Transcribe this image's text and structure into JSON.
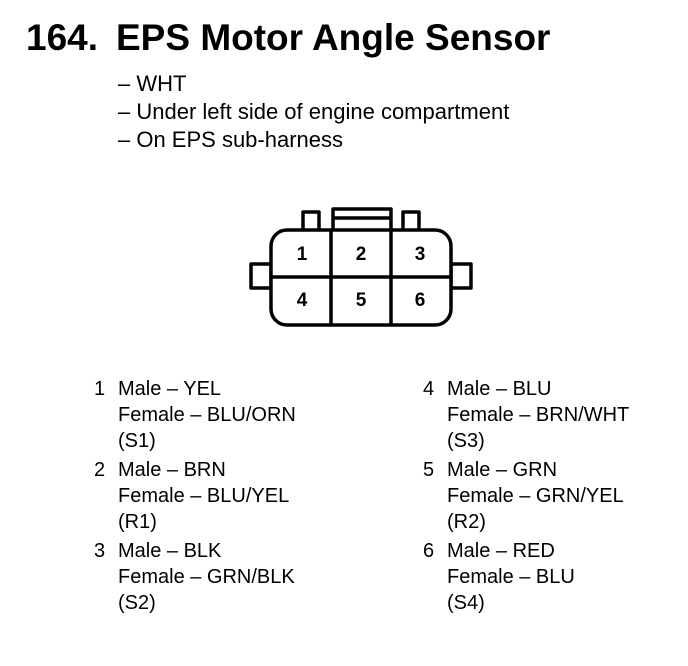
{
  "title": {
    "number": "164.",
    "text": "EPS Motor Angle Sensor"
  },
  "notes": [
    "– WHT",
    "– Under left side of engine compartment",
    "– On EPS sub-harness"
  ],
  "connector": {
    "cells": [
      "1",
      "2",
      "3",
      "4",
      "5",
      "6"
    ]
  },
  "pins": [
    {
      "num": "1",
      "male": "Male – YEL",
      "female": "Female – BLU/ORN",
      "code": "(S1)"
    },
    {
      "num": "2",
      "male": "Male – BRN",
      "female": "Female – BLU/YEL",
      "code": "(R1)"
    },
    {
      "num": "3",
      "male": "Male – BLK",
      "female": "Female – GRN/BLK",
      "code": "(S2)"
    },
    {
      "num": "4",
      "male": "Male – BLU",
      "female": "Female – BRN/WHT",
      "code": "(S3)"
    },
    {
      "num": "5",
      "male": "Male – GRN",
      "female": "Female – GRN/YEL",
      "code": "(R2)"
    },
    {
      "num": "6",
      "male": "Male – RED",
      "female": "Female – BLU",
      "code": "(S4)"
    }
  ]
}
